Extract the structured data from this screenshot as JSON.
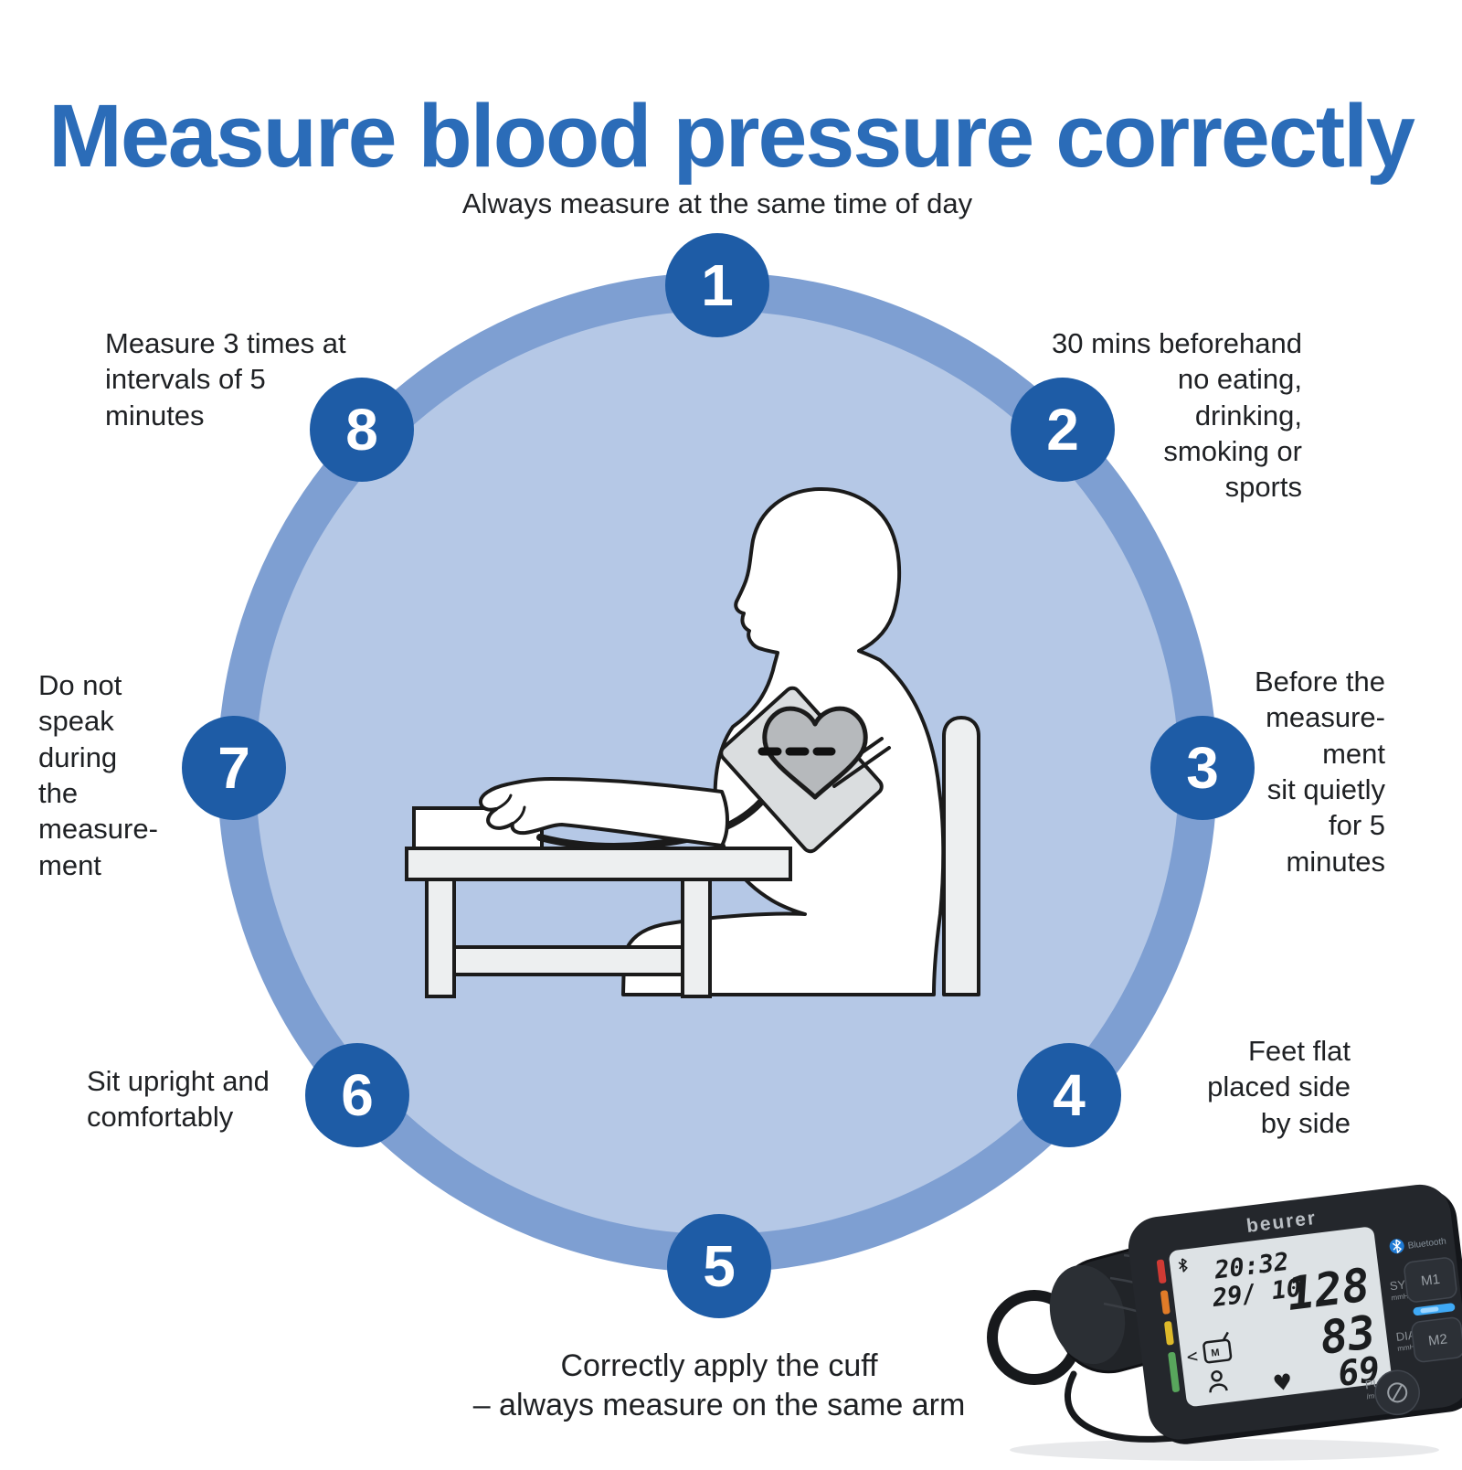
{
  "title": "Measure blood pressure correctly",
  "steps": [
    {
      "number": "1",
      "label": "Always measure at the same time of day"
    },
    {
      "number": "2",
      "label": "30 mins beforehand\nno eating,\ndrinking,\nsmoking or\nsports"
    },
    {
      "number": "3",
      "label": "Before the\nmeasure-\nment\nsit quietly\nfor 5\nminutes"
    },
    {
      "number": "4",
      "label": "Feet flat\nplaced side\nby side"
    },
    {
      "number": "5",
      "label": "Correctly apply the cuff\n– always measure on the same arm"
    },
    {
      "number": "6",
      "label": "Sit upright and\ncomfortably"
    },
    {
      "number": "7",
      "label": "Do not\nspeak\nduring\nthe\nmeasure-\nment"
    },
    {
      "number": "8",
      "label": "Measure 3 times at\nintervals of 5\nminutes"
    }
  ],
  "device": {
    "brand": "beurer",
    "bluetooth_label": "Bluetooth",
    "display": {
      "time": "20:32",
      "date": "29/ 10",
      "sys_value": "128",
      "dia_value": "83",
      "pul_value": "69"
    },
    "labels": {
      "sys": "SYS",
      "sys_unit": "mmHg",
      "dia": "DIA",
      "dia_unit": "mmHg",
      "pul": "PUL",
      "pul_unit": "/min"
    },
    "buttons": {
      "m1": "M1",
      "m2": "M2"
    },
    "icons": [
      "bluetooth-icon",
      "heart-icon",
      "cuff-icon",
      "user-icon",
      "power-icon",
      "risk-scale"
    ]
  },
  "colors": {
    "title": "#2b6cb8",
    "step_circle": "#1e5ca6",
    "ring": "#7e9fd2",
    "wheel_fill": "#b5c8e6",
    "text": "#1f2124",
    "led": "#3fa9f5"
  }
}
